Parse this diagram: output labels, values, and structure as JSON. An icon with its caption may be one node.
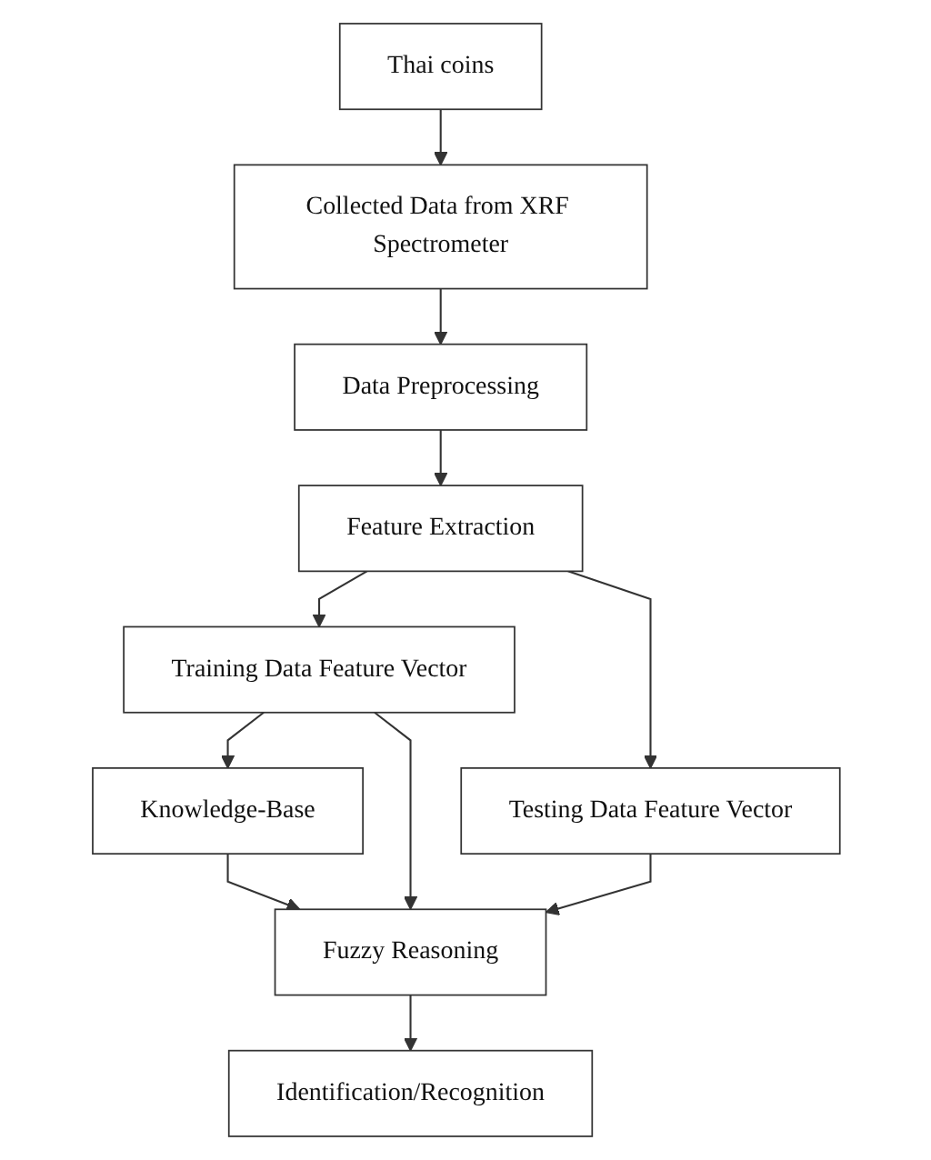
{
  "diagram": {
    "nodes": [
      {
        "text": [
          "Thai coins"
        ]
      },
      {
        "text": [
          "Collected Data from XRF Spectrometer"
        ]
      },
      {
        "text": [
          "Data Preprocessing"
        ]
      },
      {
        "text": [
          "Feature Extraction"
        ]
      },
      {
        "text": [
          "Training Data Feature Vector"
        ]
      },
      {
        "text": [
          "Testing Data Feature Vector"
        ]
      },
      {
        "text": [
          "Knowledge-Base"
        ]
      },
      {
        "text": [
          "Fuzzy Reasoning"
        ]
      },
      {
        "text": [
          "Identification/Recognition"
        ]
      }
    ],
    "edges": [
      {
        "from": 0,
        "to": 1,
        "arrow": "to"
      },
      {
        "from": 1,
        "to": 2,
        "arrow": "to"
      },
      {
        "from": 2,
        "to": 3,
        "arrow": "to"
      },
      {
        "from": 3,
        "to": 4,
        "arrow": "to"
      },
      {
        "from": 3,
        "to": 5,
        "arrow": "to"
      },
      {
        "from": 4,
        "to": 6,
        "arrow": "to"
      },
      {
        "from": 4,
        "to": 7,
        "arrow": "to"
      },
      {
        "from": 5,
        "to": 7,
        "arrow": "to"
      },
      {
        "from": 6,
        "to": 7,
        "arrow": "to"
      },
      {
        "from": 7,
        "to": 8,
        "arrow": "to"
      }
    ]
  }
}
